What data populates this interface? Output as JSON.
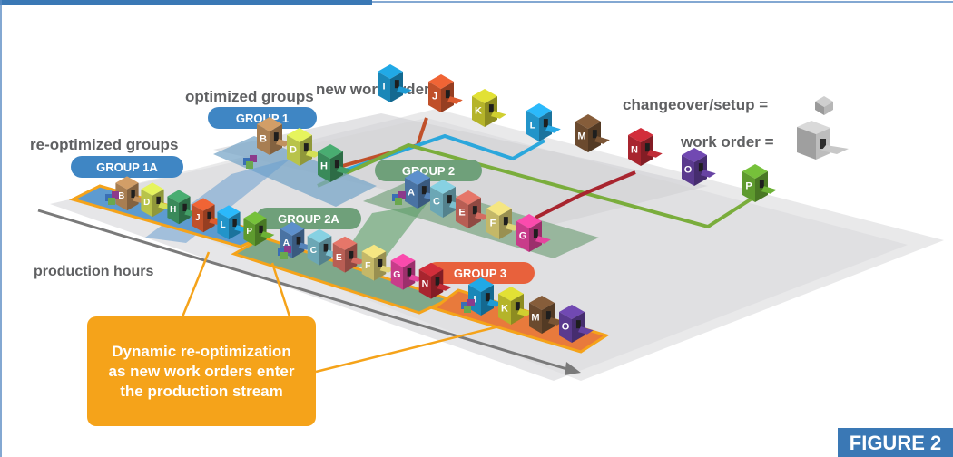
{
  "labels": {
    "new_work_orders": "new work orders",
    "optimized_groups": "optimized groups",
    "reoptimized_groups": "re-optimized groups",
    "production_hours": "production hours",
    "changeover_legend": "changeover/setup =",
    "work_order_legend": "work order ="
  },
  "groups": {
    "group1": "GROUP 1",
    "group1a": "GROUP  1A",
    "group2": "GROUP 2",
    "group2a": "GROUP 2A",
    "group3": "GROUP 3"
  },
  "callout": {
    "line1": "Dynamic re-optimization",
    "line2": "as new work orders enter",
    "line3": "the production stream"
  },
  "figure_label": "FIGURE 2",
  "colors": {
    "blue": "#1d8ec0",
    "orange": "#f5a31a",
    "green": "#7aad3c",
    "red": "#b2322e",
    "group1_pill": "#3f86c4",
    "group2_pill": "#6fa07a",
    "group3_pill": "#e8613c"
  },
  "boxes": {
    "new": [
      {
        "letter": "I",
        "color": "#1a87b8"
      },
      {
        "letter": "J",
        "color": "#c0502a"
      },
      {
        "letter": "K",
        "color": "#b5b42a"
      },
      {
        "letter": "L",
        "color": "#2294c9"
      },
      {
        "letter": "M",
        "color": "#6b4a2e"
      },
      {
        "letter": "N",
        "color": "#a8252f"
      },
      {
        "letter": "O",
        "color": "#5a3a8e"
      },
      {
        "letter": "P",
        "color": "#5e9a2e"
      }
    ],
    "group1": [
      {
        "letter": "B",
        "color": "#a87e52"
      },
      {
        "letter": "D",
        "color": "#b8c34a"
      },
      {
        "letter": "H",
        "color": "#3a8a5a"
      }
    ],
    "group2": [
      {
        "letter": "A",
        "color": "#4a73a3"
      },
      {
        "letter": "C",
        "color": "#6ca7b5"
      },
      {
        "letter": "E",
        "color": "#b85e54"
      },
      {
        "letter": "F",
        "color": "#c4b868"
      },
      {
        "letter": "G",
        "color": "#c83c8a"
      }
    ],
    "group1a": [
      {
        "letter": "B",
        "color": "#a87e52"
      },
      {
        "letter": "D",
        "color": "#b8c34a"
      },
      {
        "letter": "H",
        "color": "#3a8a5a"
      },
      {
        "letter": "J",
        "color": "#c0502a"
      },
      {
        "letter": "L",
        "color": "#2294c9"
      },
      {
        "letter": "P",
        "color": "#5e9a2e"
      }
    ],
    "group2a": [
      {
        "letter": "A",
        "color": "#4a73a3"
      },
      {
        "letter": "C",
        "color": "#6ca7b5"
      },
      {
        "letter": "E",
        "color": "#b85e54"
      },
      {
        "letter": "F",
        "color": "#c4b868"
      },
      {
        "letter": "G",
        "color": "#c83c8a"
      },
      {
        "letter": "N",
        "color": "#a8252f"
      }
    ],
    "group3": [
      {
        "letter": "I",
        "color": "#1a87b8"
      },
      {
        "letter": "K",
        "color": "#b5b42a"
      },
      {
        "letter": "M",
        "color": "#6b4a2e"
      },
      {
        "letter": "O",
        "color": "#5a3a8e"
      }
    ]
  }
}
